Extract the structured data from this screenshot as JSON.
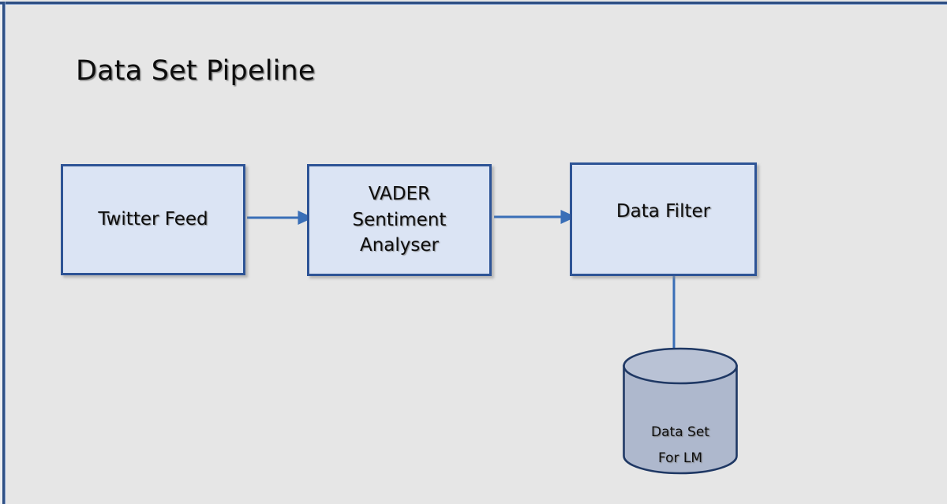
{
  "slide": {
    "title": "Data Set Pipeline",
    "background_color": "#e6e6e6",
    "frame_color": "#2e4f84"
  },
  "theme": {
    "box_fill": "#dbe4f4",
    "box_border": "#2e5496",
    "arrow_color": "#3a6fb7",
    "cylinder_fill": "#aeb8cd",
    "cylinder_top_fill": "#b9c2d5",
    "cylinder_border": "#1f3864",
    "text_color": "#0d0d0d"
  },
  "nodes": [
    {
      "id": "twitter-feed",
      "shape": "process-box",
      "lines": [
        "Twitter Feed"
      ]
    },
    {
      "id": "vader-sentiment-analyser",
      "shape": "process-box",
      "lines": [
        "VADER",
        "Sentiment",
        "Analyser"
      ]
    },
    {
      "id": "data-filter",
      "shape": "process-box",
      "lines": [
        "Data Filter"
      ]
    },
    {
      "id": "data-set-for-lm",
      "shape": "cylinder",
      "lines": [
        "Data Set",
        "For LM"
      ]
    }
  ],
  "edges": [
    {
      "id": "edge-twitter-to-vader",
      "from": "twitter-feed",
      "to": "vader-sentiment-analyser",
      "direction": "right"
    },
    {
      "id": "edge-vader-to-filter",
      "from": "vader-sentiment-analyser",
      "to": "data-filter",
      "direction": "right"
    },
    {
      "id": "edge-filter-to-dataset",
      "from": "data-filter",
      "to": "data-set-for-lm",
      "direction": "down"
    }
  ]
}
